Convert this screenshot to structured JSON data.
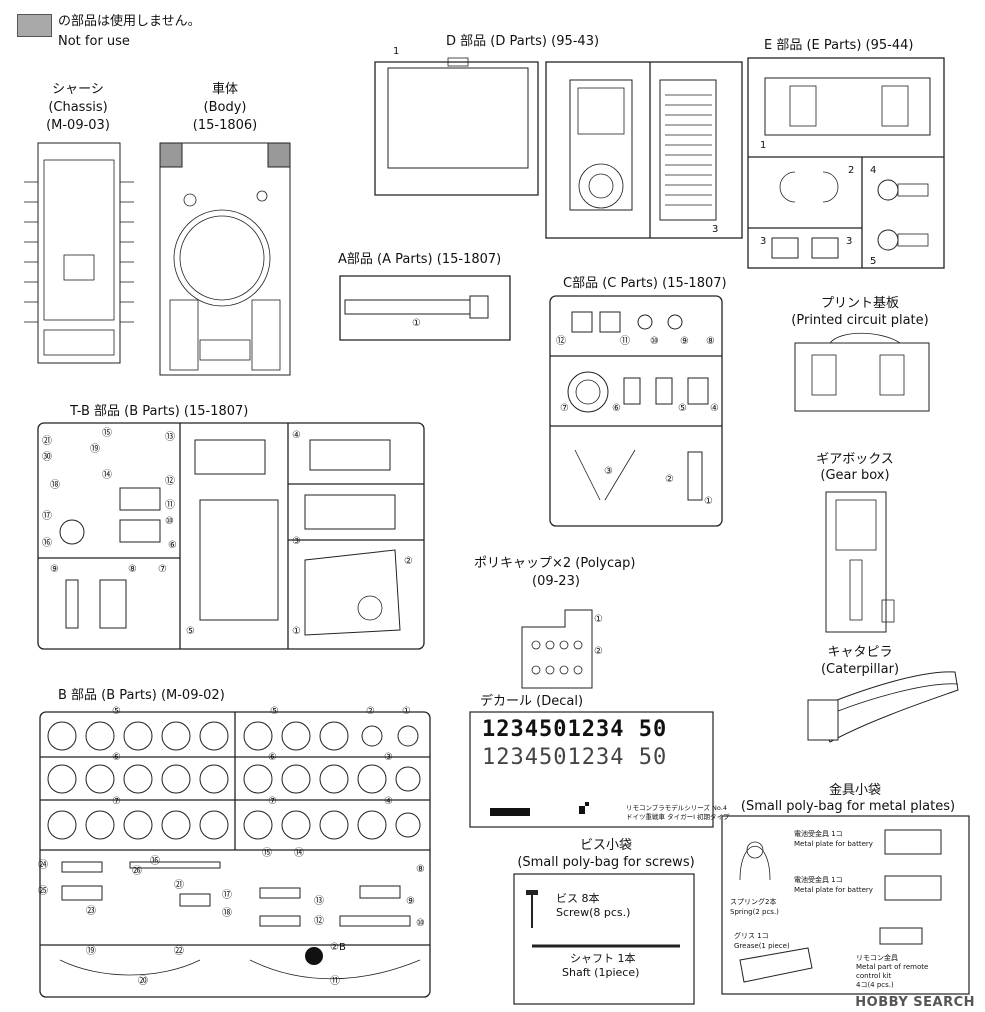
{
  "legend": {
    "jp": "の部品は使用しません。",
    "en": "Not for use"
  },
  "chassis": {
    "l1": "シャーシ",
    "l2": "(Chassis)",
    "l3": "(M-09-03)"
  },
  "body": {
    "l1": "車体",
    "l2": "(Body)",
    "l3": "(15-1806)"
  },
  "d_parts": {
    "title": "D 部品 (D Parts) (95-43)",
    "n1": "1",
    "n3": "3"
  },
  "e_parts": {
    "title": "E 部品 (E Parts) (95-44)",
    "n1": "1",
    "n2": "2",
    "n3a": "3",
    "n3b": "3",
    "n4": "4",
    "n5": "5"
  },
  "a_parts": {
    "title": "A部品 (A Parts) (15-1807)",
    "n1": "①"
  },
  "c_parts": {
    "title": "C部品 (C Parts) (15-1807)",
    "nums": [
      "⑫",
      "⑪",
      "⑩",
      "⑨",
      "⑧",
      "⑦",
      "⑥",
      "⑤",
      "④",
      "③",
      "②",
      "①"
    ]
  },
  "pcb": {
    "l1": "プリント基板",
    "l2": "(Printed circuit plate)"
  },
  "tb_parts": {
    "title": "T-B 部品 (B Parts) (15-1807)",
    "nums": [
      "㉑",
      "⑮",
      "⑬",
      "㉚",
      "⑲",
      "⑭",
      "⑫",
      "⑱",
      "⑪",
      "⑰",
      "⑩",
      "⑯",
      "⑨",
      "⑧",
      "⑦",
      "④",
      "③",
      "②",
      "⑤",
      "①",
      "⑥"
    ]
  },
  "gearbox": {
    "l1": "ギアボックス",
    "l2": "(Gear box)"
  },
  "polycap": {
    "l1": "ポリキャップ×2 (Polycap)",
    "l2": "(09-23)",
    "n1": "①",
    "n2": "②"
  },
  "caterpillar": {
    "l1": "キャタピラ",
    "l2": "(Caterpillar)"
  },
  "b_parts": {
    "title": "B 部品 (B Parts) (M-09-02)",
    "nums": [
      "⑤",
      "⑤",
      "②",
      "①",
      "⑥",
      "⑥",
      "③",
      "⑦",
      "⑦",
      "④",
      "㉔",
      "⑯",
      "㉖",
      "⑮",
      "⑭",
      "⑧",
      "㉕",
      "㉑",
      "⑰",
      "⑬",
      "⑨",
      "㉓",
      "⑱",
      "⑫",
      "⑩",
      "⑲",
      "㉒",
      "②B",
      "⑳",
      "⑪"
    ]
  },
  "decal": {
    "title": "デカール (Decal)",
    "row1": "1234501234 50",
    "row2": "1234501234 50",
    "note1": "リモコンプラモデルシリーズ No.4",
    "note2": "ドイツ重戦車 タイガーⅠ 初期タイプ"
  },
  "metal_bag": {
    "l1": "金具小袋",
    "l2": "(Small poly-bag for metal plates)",
    "b1jp": "電池受金具 1コ",
    "b1en": "Metal plate for battery",
    "b2jp": "電池受金具 1コ",
    "b2en": "Metal plate for battery",
    "spring_jp": "スプリング2本",
    "spring_en": "Spring(2 pcs.)",
    "grease_jp": "グリス 1コ",
    "grease_en": "Grease(1 piece)",
    "rc_jp": "リモコン金具",
    "rc_en1": "Metal part of remote",
    "rc_en2": "control kit",
    "rc_qty": "4コ(4 pcs.)"
  },
  "screw_bag": {
    "l1": "ビス小袋",
    "l2": "(Small poly-bag for screws)",
    "screw_jp": "ビス 8本",
    "screw_en": "Screw(8 pcs.)",
    "shaft_jp": "シャフト 1本",
    "shaft_en": "Shaft (1piece)"
  },
  "watermark": "HOBBY SEARCH"
}
